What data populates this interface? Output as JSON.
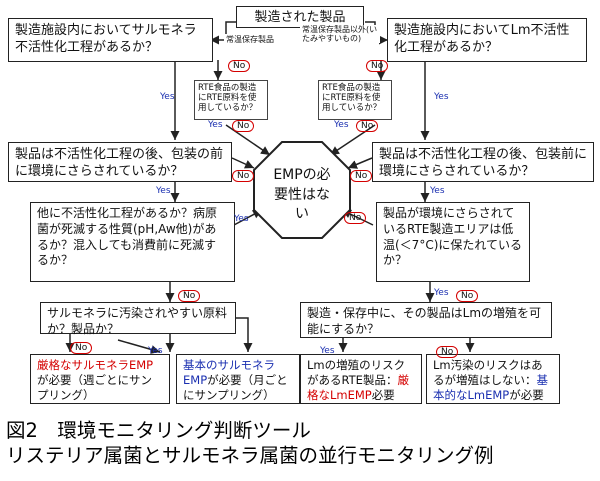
{
  "top": {
    "product": "製造された製品",
    "left_tag": "常温保存製品",
    "right_tag": "常温保存製品以外(いたみやすいもの)"
  },
  "q1_left": "製造施設内においてサルモネラ不活性化工程があるか？",
  "q1_right": "製造施設内においてLm不活性化工程があるか？",
  "rte_left": "RTE食品の製造にRTE原料を使用しているか？",
  "rte_right": "RTE食品の製造にRTE原料を使用しているか？",
  "q2_left": "製品は不活性化工程の後、包装の前に環境にさらされているか？",
  "q2_right": "製品は不活性化工程の後、包装前に環境にさらされているか？",
  "center": "EMPの必要性はない",
  "q3_left": "他に不活性化工程があるか？病原菌が死滅する性質(pH,Aw他)があるか？混入しても消費前に死滅するか？",
  "q3_right": "製品が環境にさらされているRTE製造エリアは低温(＜7°C)に保たれているか？",
  "q4_left": "サルモネラに汚染されやすい原料か？製品か？",
  "q4_right": "製造・保存中に、その製品はLmの増殖を可能にするか？",
  "r1": {
    "a": "厳格なサルモネラEMP",
    "b": "が必要（週ごとにサンプリング）"
  },
  "r2": {
    "a": "基本のサルモネラEMP",
    "b": "が必要（月ごとにサンプリング）"
  },
  "r3": {
    "a": "Lmの増殖のリスクがあるRTE製品：",
    "b": "厳格なLmEMP",
    "c": "必要"
  },
  "r4": {
    "a": "Lm汚染のリスクはあるが増殖はしない：",
    "b": "基本的なLmEMP",
    "c": "が必要"
  },
  "labels": {
    "yes": "Yes",
    "no": "No"
  },
  "caption": {
    "line1": "図2　環境モニタリング判断ツール",
    "line2": "リステリア属菌とサルモネラ属菌の並行モニタリング例"
  },
  "colors": {
    "red": "#d40000",
    "blue": "#1a2fb0",
    "oval": "#d40000"
  }
}
